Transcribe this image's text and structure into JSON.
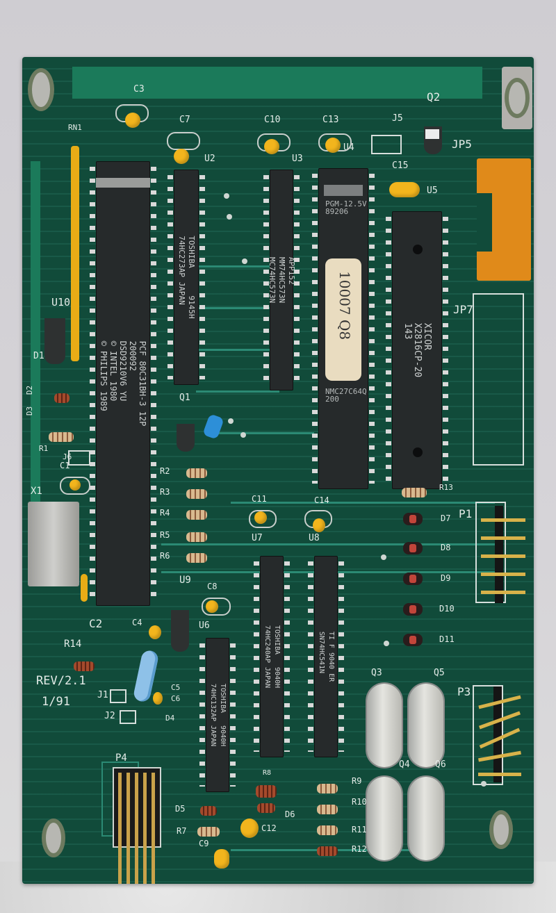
{
  "scene": {
    "description": "Photograph of a green printed circuit board on a light grey surface",
    "board_revision": "REV/2.1",
    "board_date": "1/91",
    "colors": {
      "pcb_green": "#114b3a",
      "trace": "#2b8a74",
      "silkscreen": "#e4ece8",
      "capacitor_yellow": "#f2b51d",
      "connector_orange": "#e08a1a",
      "background": "#d4d2d6"
    }
  },
  "chips": {
    "u1": {
      "ref": "",
      "text": "PCF 80C31BH-3 12P\n200092\nDSD9210V6 YU\n© INTEL 1980\n© PHILIPS 1989"
    },
    "u2": {
      "ref": "U2",
      "text": "TOSHIBA      9145H\n74HC273AP JAPAN"
    },
    "u3": {
      "ref": "U3",
      "text": "APP152\nMM74HC573N\nMC74HC573N"
    },
    "u4": {
      "ref": "U4",
      "top_text": "PGM-12.5V\n89206",
      "bottom_text": "NMC27C64Q\n200",
      "sticker_text": "10007 Q8"
    },
    "u5": {
      "ref": "U5",
      "text": "XICOR\nX2816CP-20\n143"
    },
    "u6": {
      "ref": "U6",
      "text": "TOSHIBA   9040H\n74HC132AP JAPAN"
    },
    "u7": {
      "ref": "U7",
      "text": "TOSHIBA   9040H\n74HC240AP JAPAN"
    },
    "u8": {
      "ref": "U8",
      "text": "TI F 9040 ER\nSN74HC541N"
    }
  },
  "silkscreen": {
    "c3": "C3",
    "c7": "C7",
    "c10": "C10",
    "c13": "C13",
    "c15": "C15",
    "c1": "C1",
    "c2": "C2",
    "c4": "C4",
    "c5": "C5",
    "c6": "C6",
    "c8": "C8",
    "c9": "C9",
    "c11": "C11",
    "c12": "C12",
    "c14": "C14",
    "j5": "J5",
    "j1": "J1",
    "j2": "J2",
    "j6": "J6",
    "q1": "Q1",
    "q2": "Q2",
    "q3": "Q3",
    "q4": "Q4",
    "q5": "Q5",
    "q6": "Q6",
    "jp5": "JP5",
    "jp7": "JP7",
    "u9": "U9",
    "u10": "U10",
    "rn1": "RN1",
    "d1": "D1",
    "d2": "D2",
    "d3": "D3",
    "d4": "D4",
    "d5": "D5",
    "d6": "D6",
    "d7": "D7",
    "d8": "D8",
    "d9": "D9",
    "d10": "D10",
    "d11": "D11",
    "r1": "R1",
    "r2": "R2",
    "r3": "R3",
    "r4": "R4",
    "r5": "R5",
    "r6": "R6",
    "r7": "R7",
    "r8": "R8",
    "r9": "R9",
    "r10": "R10",
    "r11": "R11",
    "r12": "R12",
    "r13": "R13",
    "r14": "R14",
    "x1": "X1",
    "p1": "P1",
    "p3": "P3",
    "p4": "P4",
    "rev": "REV/2.1",
    "date": "1/91"
  }
}
